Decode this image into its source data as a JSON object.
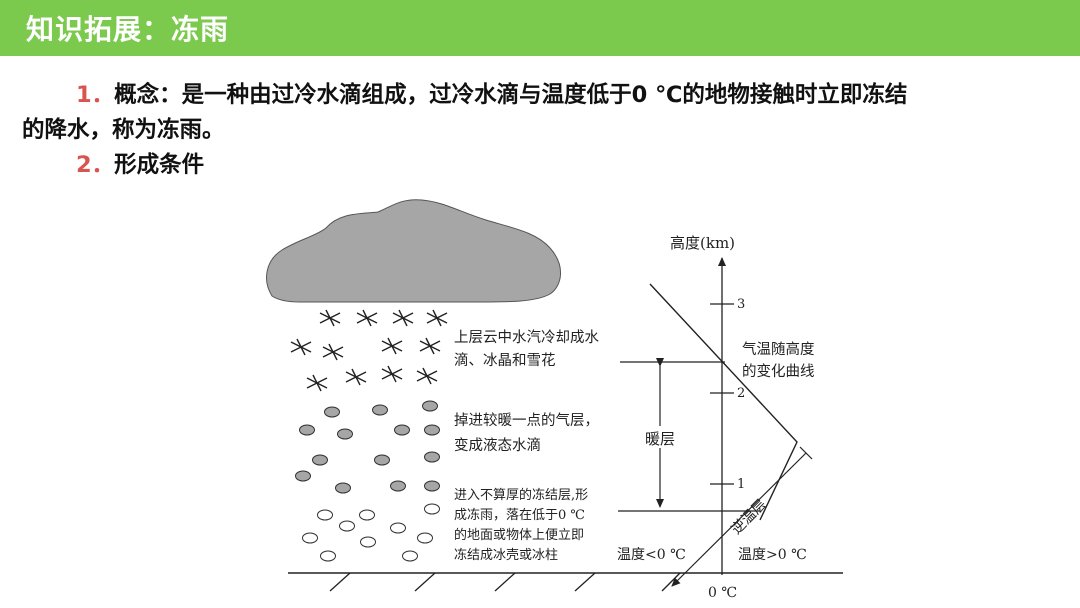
{
  "header": {
    "title": "知识拓展：冻雨"
  },
  "content": {
    "item1": {
      "number": "1．",
      "line1": "概念：是一种由过冷水滴组成，过冷水滴与温度低于0 ℃的地物接触时立即冻结",
      "line2": "的降水，称为冻雨。"
    },
    "item2": {
      "number": "2．",
      "text": "形成条件"
    }
  },
  "diagram": {
    "labels": {
      "upper": [
        "上层云中水汽冷却成水",
        "滴、冰晶和雪花"
      ],
      "middle": [
        "掉进较暖一点的气层，",
        "变成液态水滴"
      ],
      "lower": [
        "进入不算厚的冻结层,形",
        "成冻雨，落在低于0 ℃",
        "的地面或物体上便立即",
        "冻结成冰壳或冰柱"
      ],
      "warm_layer": "暖层",
      "curve": [
        "气温随高度",
        "的变化曲线"
      ],
      "inversion": "逆温层",
      "temp_below": "温度<0 ℃",
      "temp_above": "温度>0 ℃",
      "zero": "0 ℃"
    },
    "axis": {
      "label": "高度(km)",
      "ticks": [
        "3",
        "2",
        "1"
      ]
    },
    "colors": {
      "cloud": "#a6a6a6",
      "droplet": "#a6a6a6",
      "line": "#222222"
    }
  }
}
